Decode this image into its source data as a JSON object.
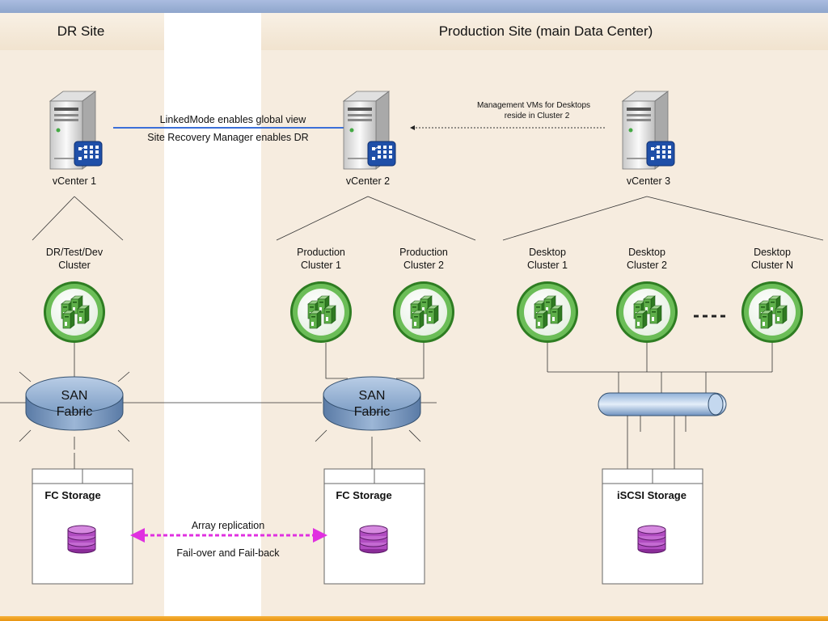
{
  "headers": {
    "dr_site": "DR Site",
    "production_site": "Production Site (main Data Center)"
  },
  "vcenters": {
    "v1": "vCenter 1",
    "v2": "vCenter 2",
    "v3": "vCenter 3"
  },
  "link": {
    "line1": "LinkedMode enables global view",
    "line2": "Site Recovery Manager enables DR"
  },
  "mgmt_note": {
    "line1": "Management VMs for Desktops",
    "line2": "reside in Cluster 2"
  },
  "clusters": {
    "dr": [
      "DR/Test/Dev",
      "Cluster"
    ],
    "prod1": [
      "Production",
      "Cluster 1"
    ],
    "prod2": [
      "Production",
      "Cluster 2"
    ],
    "desk1": [
      "Desktop",
      "Cluster 1"
    ],
    "desk2": [
      "Desktop",
      "Cluster 2"
    ],
    "deskN": [
      "Desktop",
      "Cluster N"
    ]
  },
  "san": [
    "SAN",
    "Fabric"
  ],
  "storage": {
    "fc1": "FC Storage",
    "fc2": "FC Storage",
    "iscsi": "iSCSI Storage"
  },
  "replication": {
    "line1": "Array replication",
    "line2": "Fail-over and Fail-back"
  },
  "colors": {
    "top_bar": "#9db2d4",
    "bottom_bar": "#f0a020",
    "cluster_ring": "#3a8a2a",
    "replication": "#e030e0",
    "link_line": "#3b6fd8",
    "db": "#9c3aa8"
  }
}
